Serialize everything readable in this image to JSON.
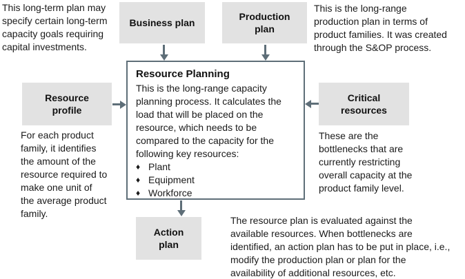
{
  "colors": {
    "box_fill": "#e2e2e2",
    "line": "#5e6e78",
    "text": "#1a1a1a",
    "background": "#ffffff"
  },
  "boxes": {
    "business_plan": {
      "label": "Business plan"
    },
    "production_plan": {
      "label": "Production plan"
    },
    "resource_profile": {
      "label": "Resource profile"
    },
    "critical_resources": {
      "label": "Critical resources"
    },
    "action_plan": {
      "label": "Action plan"
    }
  },
  "center_box": {
    "title": "Resource Planning",
    "body": "This is the long-range capacity planning process. It calculates the load that will be placed on the resource, which needs to be compared to the capacity for the following key resources:",
    "bullet_glyph": "♦",
    "bullets": [
      "Plant",
      "Equipment",
      "Workforce"
    ]
  },
  "notes": {
    "business_plan": "This long-term plan may specify certain long-term capacity goals requiring capital investments.",
    "production_plan": "This is the long-range production plan in terms of product families. It was created through the S&OP process.",
    "resource_profile": "For each product family, it identifies the amount of the resource required to make one unit of the average product family.",
    "critical_resources": "These are the bottlenecks that are currently restricting overall capacity at the product family level.",
    "action_plan": "The resource plan is evaluated against the available resources. When bottlenecks are identified, an action plan has to be put in place, i.e., modify the production plan or plan for the availability of additional resources, etc."
  }
}
